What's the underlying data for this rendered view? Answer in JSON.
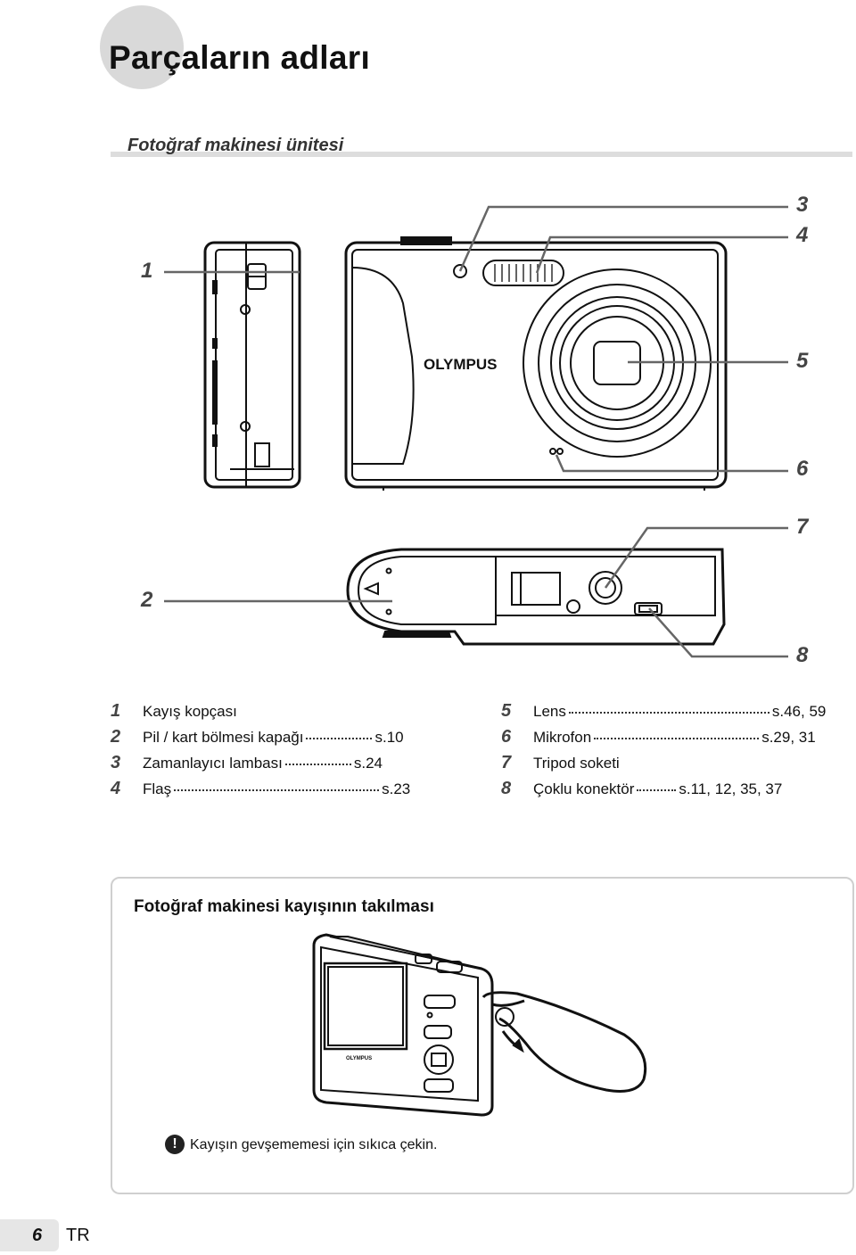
{
  "page": {
    "title": "Parçaların adları",
    "subtitle": "Fotoğraf makinesi ünitesi",
    "page_number": "6",
    "language": "TR"
  },
  "diagram": {
    "brand": "OLYMPUS",
    "callouts": [
      "1",
      "2",
      "3",
      "4",
      "5",
      "6",
      "7",
      "8"
    ]
  },
  "parts_left": [
    {
      "num": "1",
      "name": "Kayış kopçası",
      "page": ""
    },
    {
      "num": "2",
      "name": "Pil / kart bölmesi kapağı",
      "page": "s.10"
    },
    {
      "num": "3",
      "name": "Zamanlayıcı lambası",
      "page": "s.24"
    },
    {
      "num": "4",
      "name": "Flaş",
      "page": "s.23"
    }
  ],
  "parts_right": [
    {
      "num": "5",
      "name": "Lens",
      "page": "s.46, 59"
    },
    {
      "num": "6",
      "name": "Mikrofon",
      "page": "s.29, 31"
    },
    {
      "num": "7",
      "name": "Tripod soketi",
      "page": ""
    },
    {
      "num": "8",
      "name": "Çoklu konektör",
      "page": "s.11, 12, 35, 37"
    }
  ],
  "strap_section": {
    "title": "Fotoğraf makinesi kayışının takılması",
    "brand": "OLYMPUS",
    "warning_icon": "exclamation-icon",
    "warning": "Kayışın gevşememesi için sıkıca çekin."
  }
}
